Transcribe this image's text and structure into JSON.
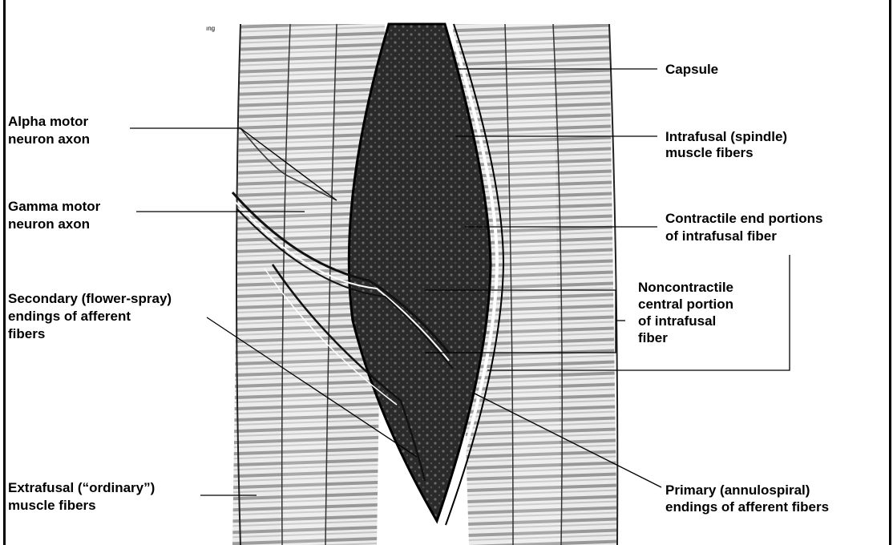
{
  "figure": {
    "partial_text": "ıng",
    "labels": {
      "capsule": "Capsule",
      "intrafusal_1": "Intrafusal (spindle)",
      "intrafusal_2": "muscle fibers",
      "contractile_1": "Contractile end portions",
      "contractile_2": "of intrafusal fiber",
      "noncontractile_1": "Noncontractile",
      "noncontractile_2": "central portion",
      "noncontractile_3": "of intrafusal",
      "noncontractile_4": "fiber",
      "primary_1": "Primary (annulospiral)",
      "primary_2": "endings of afferent fibers",
      "alpha_1": "Alpha motor",
      "alpha_2": "neuron axon",
      "gamma_1": "Gamma motor",
      "gamma_2": "neuron axon",
      "secondary_1": "Secondary (flower-spray)",
      "secondary_2": "endings of afferent",
      "secondary_3": "fibers",
      "extrafusal_1": "Extrafusal (“ordinary”)",
      "extrafusal_2": "muscle fibers"
    }
  }
}
